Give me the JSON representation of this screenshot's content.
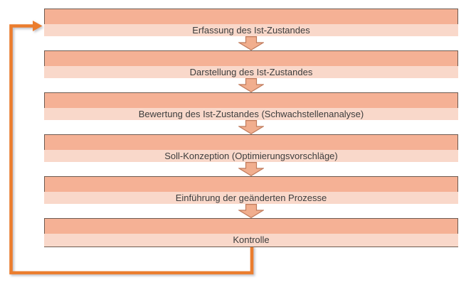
{
  "diagram": {
    "type": "flowchart",
    "direction": "top-down",
    "steps": [
      {
        "label": "Erfassung des Ist-Zustandes"
      },
      {
        "label": "Darstellung des Ist-Zustandes"
      },
      {
        "label": "Bewertung des Ist-Zustandes (Schwachstellenanalyse)"
      },
      {
        "label": "Soll-Konzeption (Optimierungsvorschläge)"
      },
      {
        "label": "Einführung der geänderten Prozesse"
      },
      {
        "label": "Kontrolle"
      }
    ],
    "connectors": {
      "between_steps": "block-arrow-down",
      "feedback_loop": {
        "from": "Kontrolle",
        "to": "Erfassung des Ist-Zustandes"
      }
    }
  },
  "colors": {
    "band-dark": "#f5b195",
    "band-light": "#f9d8ca",
    "border-dark": "#6e5b51",
    "arrow-fill": "#f1ae8e",
    "arrow-stroke": "#c07b5c",
    "loop": "#eb7d2e",
    "text": "#3d3d3d",
    "shadow": "rgba(125,130,145,0.5)"
  }
}
